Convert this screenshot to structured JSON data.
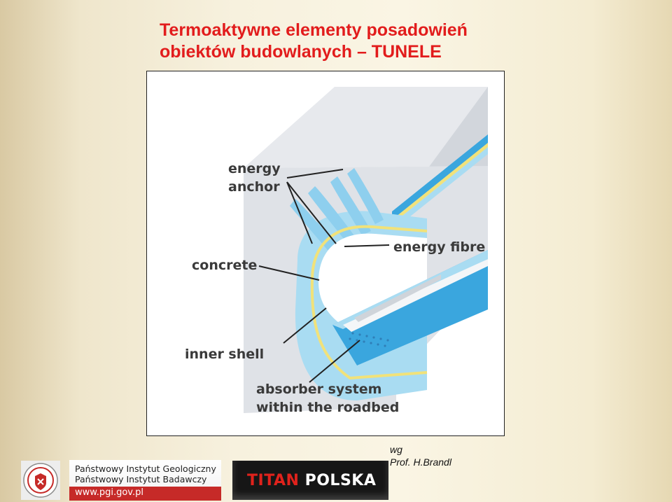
{
  "slide": {
    "title_line1": "Termoaktywne elementy posadowień",
    "title_line2": "obiektów budowlanych – TUNELE",
    "title_color": "#e21c1c"
  },
  "figure": {
    "labels": {
      "energy_anchor_line1": "energy",
      "energy_anchor_line2": "anchor",
      "energy_fibre": "energy fibre",
      "concrete": "concrete",
      "inner_shell": "inner shell",
      "absorber_line1": "absorber system",
      "absorber_line2": "within the roadbed"
    },
    "colors": {
      "concrete_light": "#dfe2e7",
      "layer_blue": "#3aa6de",
      "layer_light_blue": "#a9dcf2",
      "layer_yellow": "#f1e27a"
    }
  },
  "credit": {
    "line1": "wg",
    "line2": "Prof. H.Brandl"
  },
  "footer": {
    "pgi_line1": "Państwowy Instytut Geologiczny",
    "pgi_line2": "Państwowy Instytut Badawczy",
    "pgi_url": "www.pgi.gov.pl",
    "titan_part1": "TITAN",
    "titan_part2": "POLSKA"
  }
}
